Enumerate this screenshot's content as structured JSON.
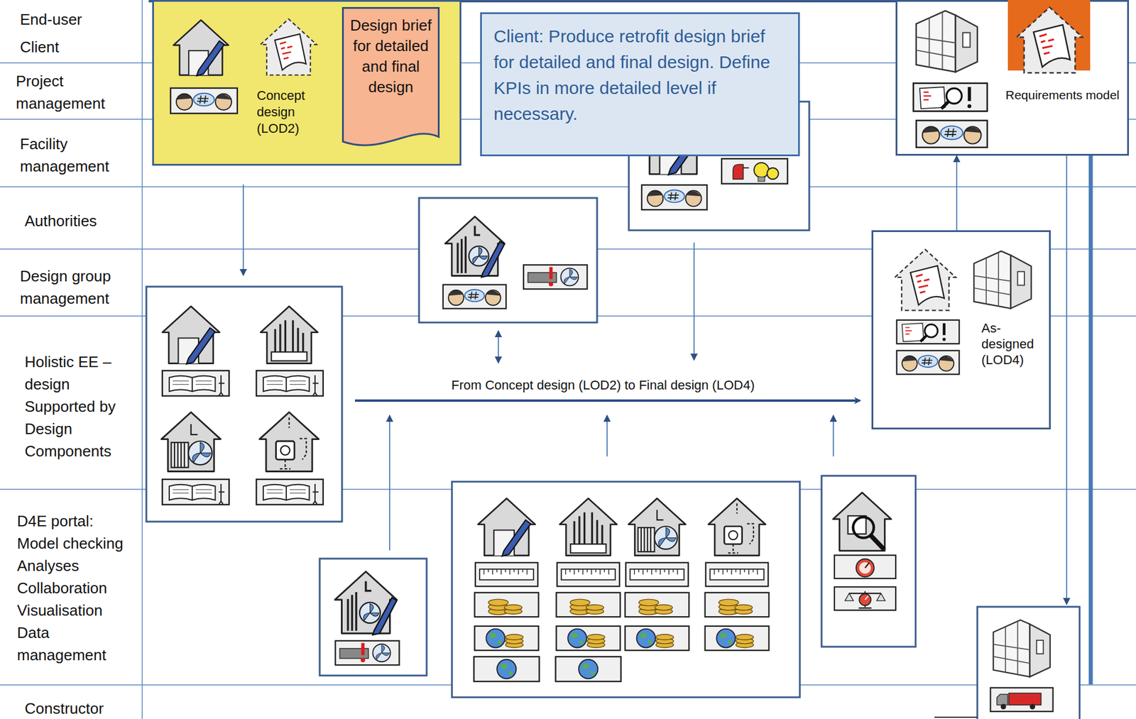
{
  "diagram": {
    "nodes": [
      {
        "text": [
          "Concept design (LOD2)"
        ]
      },
      {
        "text": [
          "Design brief for detailed and final design"
        ],
        "in": 0
      },
      {
        "text": [
          "Client: Produce retrofit design brief for detailed and final design. Define KPIs in more detailed level if necessary."
        ]
      },
      {
        "text": [
          "Requirements model"
        ]
      },
      {
        "text": [
          "As-designed (LOD4)"
        ]
      }
    ],
    "edges": [
      {
        "from": 4,
        "to": 3,
        "arrow": "to"
      }
    ],
    "labels": [
      "End-user",
      "Client",
      "Project management",
      "Facility management",
      "Authorities",
      "Design group management",
      "Holistic EE –design Supported by Design Components",
      "D4E portal: Model checking Analyses Collaboration Visualisation Data management",
      "Constructor",
      "From Concept design (LOD2) to Final design (LOD4)"
    ]
  }
}
